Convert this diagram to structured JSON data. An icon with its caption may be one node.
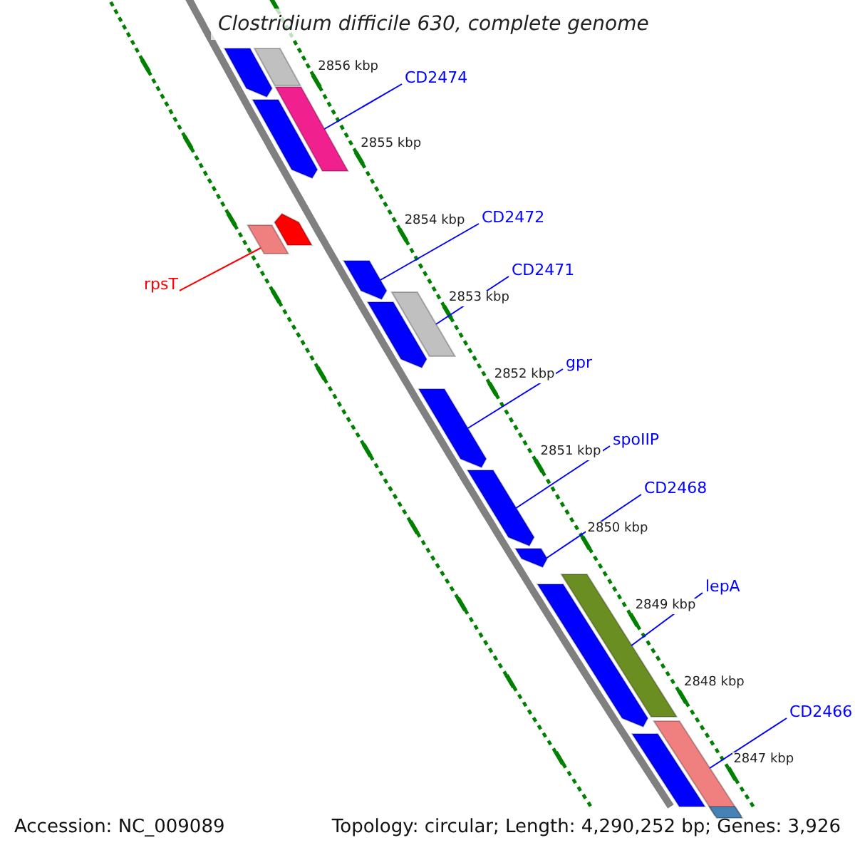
{
  "diagram": {
    "title": "Clostridium difficile 630, complete genome",
    "nodes": [
      {
        "text": [
          "CD2474"
        ]
      },
      {
        "text": [
          "CD2472"
        ]
      },
      {
        "text": [
          "CD2471"
        ]
      },
      {
        "text": [
          "rpsT"
        ]
      },
      {
        "text": [
          "gpr"
        ]
      },
      {
        "text": [
          "spoIIP"
        ]
      },
      {
        "text": [
          "CD2468"
        ]
      },
      {
        "text": [
          "lepA"
        ]
      },
      {
        "text": [
          "CD2466"
        ]
      },
      {
        "text": [],
        "shape": "bar"
      },
      {
        "text": [],
        "shape": "bar"
      },
      {
        "text": [],
        "shape": "bar"
      },
      {
        "text": [],
        "shape": "bar"
      },
      {
        "text": [],
        "shape": "bar"
      },
      {
        "text": [],
        "shape": "bar"
      },
      {
        "text": [],
        "shape": "bar"
      },
      {
        "text": [],
        "shape": "bar"
      },
      {
        "text": [],
        "shape": "bar"
      },
      {
        "text": [],
        "shape": "bar"
      },
      {
        "text": [],
        "shape": "bar"
      },
      {
        "text": [],
        "shape": "bar"
      },
      {
        "text": [],
        "shape": "bar"
      },
      {
        "text": [],
        "shape": "bar"
      },
      {
        "text": [],
        "shape": "bar"
      },
      {
        "text": [],
        "shape": "bar"
      },
      {
        "text": [],
        "shape": "bar"
      }
    ],
    "edges": [
      {
        "from": 0,
        "to": 11,
        "arrow": "none"
      },
      {
        "from": 1,
        "to": 15,
        "arrow": "none"
      },
      {
        "from": 2,
        "to": 16,
        "arrow": "none"
      },
      {
        "from": 3,
        "to": 14,
        "arrow": "none",
        "color": "#ff0000"
      },
      {
        "from": 4,
        "to": 18,
        "arrow": "none"
      },
      {
        "from": 5,
        "to": 19,
        "arrow": "none"
      },
      {
        "from": 6,
        "to": 20,
        "arrow": "none"
      },
      {
        "from": 7,
        "to": 21,
        "arrow": "none"
      },
      {
        "from": 8,
        "to": 23,
        "arrow": "none"
      }
    ],
    "labels": [
      "2856 kbp",
      "2855 kbp",
      "2854 kbp",
      "2853 kbp",
      "2852 kbp",
      "2851 kbp",
      "2850 kbp",
      "2849 kbp",
      "2848 kbp",
      "2847 kbp",
      "Accession: NC_009089",
      "Topology: circular; Length: 4,290,252 bp; Genes: 3,926"
    ]
  }
}
